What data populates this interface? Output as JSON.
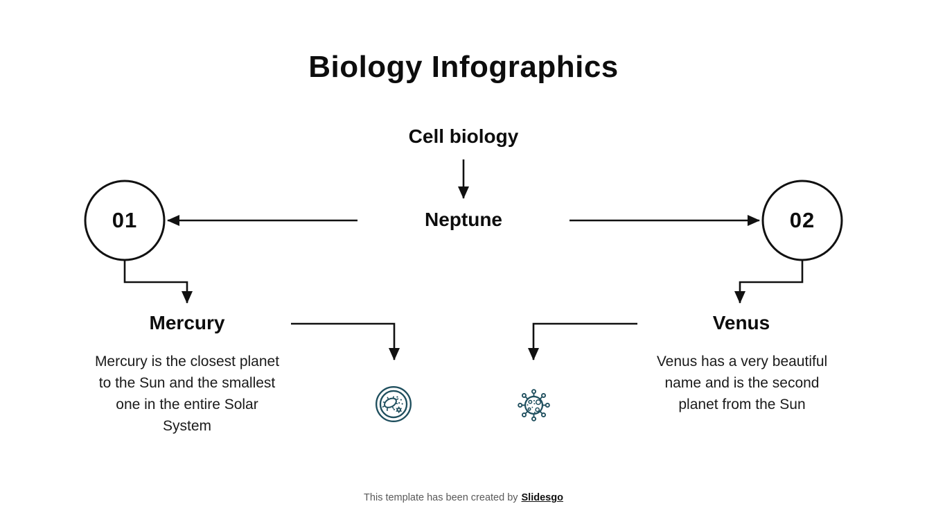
{
  "slide": {
    "title": "Biology Infographics",
    "footer_prefix": "This template has been created by",
    "footer_brand": "Slidesgo"
  },
  "diagram": {
    "root_label": "Cell biology",
    "center_label": "Neptune",
    "nodes": [
      {
        "number": "01",
        "title": "Mercury",
        "description": "Mercury is the closest planet to the Sun and the smallest one in the entire Solar System"
      },
      {
        "number": "02",
        "title": "Venus",
        "description": "Venus has a very beautiful name and is the second planet from the Sun"
      }
    ],
    "icons": [
      "petri-dish-icon",
      "virus-icon"
    ],
    "colors": {
      "line": "#111111",
      "icon_stroke": "#1f4f5e",
      "text": "#0d0d0d",
      "footer_gray": "#595959"
    }
  }
}
